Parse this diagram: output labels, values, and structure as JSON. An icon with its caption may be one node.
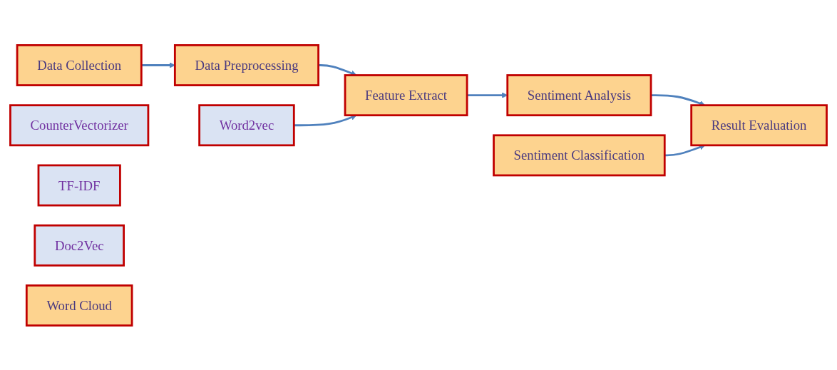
{
  "diagram": {
    "nodes": [
      {
        "text": [
          "Data Collection"
        ]
      },
      {
        "text": [
          "Data Preprocessing"
        ]
      },
      {
        "text": [
          "Feature Extract"
        ]
      },
      {
        "text": [
          "Sentiment Analysis"
        ]
      },
      {
        "text": [
          "Word2vec"
        ]
      },
      {
        "text": [
          "CounterVectorizer"
        ]
      },
      {
        "text": [
          "TF-IDF"
        ]
      },
      {
        "text": [
          "Doc2Vec"
        ]
      },
      {
        "text": [
          "Result Evaluation"
        ]
      },
      {
        "text": [
          "Sentiment Classification"
        ]
      },
      {
        "text": [
          "Word Cloud"
        ]
      }
    ],
    "edges": [
      {
        "from": 0,
        "to": 1,
        "arrow": "to"
      },
      {
        "from": 1,
        "to": 2,
        "arrow": "to"
      },
      {
        "from": 2,
        "to": 3,
        "arrow": "to"
      },
      {
        "from": 4,
        "to": 2,
        "arrow": "to"
      },
      {
        "from": 3,
        "to": 8,
        "arrow": "to"
      },
      {
        "from": 9,
        "to": 8,
        "arrow": "to"
      }
    ]
  }
}
